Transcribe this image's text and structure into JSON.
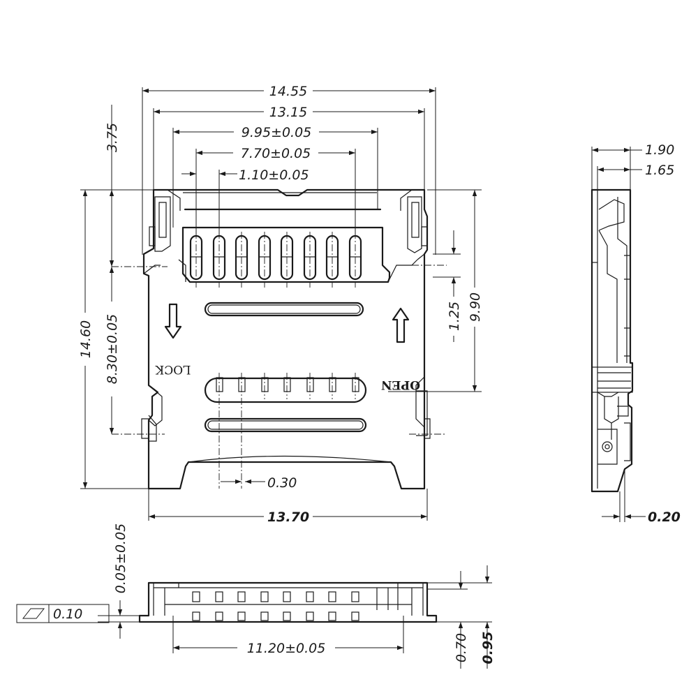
{
  "top_view": {
    "dims": {
      "overall_width": "14.55",
      "inner_width": "13.15",
      "pitch_outer": "9.95±0.05",
      "pitch_mid": "7.70±0.05",
      "pitch_single": "1.10±0.05",
      "top_offset": "3.75",
      "total_height": "14.60",
      "card_slot_height": "8.30±0.05",
      "slot_right_height": "9.90",
      "slot_offset": "1.25",
      "contact_width": "0.30",
      "base_width": "13.70"
    },
    "labels": {
      "lock": "LOCK",
      "open": "OPEN"
    }
  },
  "side_view": {
    "dims": {
      "total_thickness": "1.90",
      "inner_thickness": "1.65",
      "tab_thickness": "0.20"
    }
  },
  "front_view": {
    "dims": {
      "lead_standoff": "0.05±0.05",
      "contact_span": "11.20±0.05",
      "lead_height": "0.70",
      "overall_height": "0.95"
    },
    "flatness": {
      "symbol": "flatness-symbol",
      "value": "0.10"
    }
  }
}
